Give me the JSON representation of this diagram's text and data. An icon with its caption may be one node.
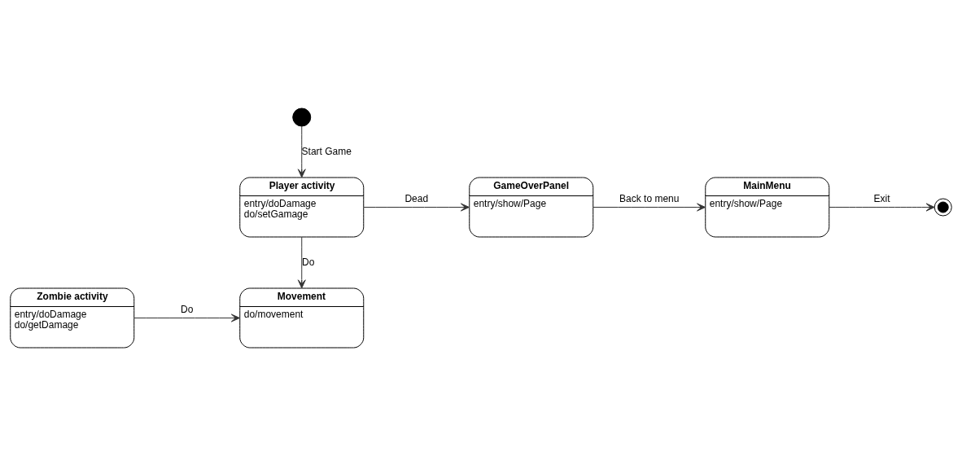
{
  "diagram": {
    "nodes": [
      {
        "text": [],
        "shape": "circle"
      },
      {
        "text": [
          "Player activity",
          "entry/doDamage",
          "do/setGamage"
        ]
      },
      {
        "text": [
          "GameOverPanel",
          "entry/show/Page"
        ]
      },
      {
        "text": [
          "MainMenu",
          "entry/show/Page"
        ]
      },
      {
        "text": [],
        "shape": "circle"
      },
      {
        "text": [
          "Movement",
          "do/movement"
        ]
      },
      {
        "text": [
          "Zombie activity",
          "entry/doDamage",
          "do/getDamage"
        ]
      }
    ],
    "edges": [
      {
        "from": 0,
        "to": 1,
        "arrow": "to",
        "label": "Start Game"
      },
      {
        "from": 1,
        "to": 2,
        "arrow": "to",
        "label": "Dead"
      },
      {
        "from": 2,
        "to": 3,
        "arrow": "to",
        "label": "Back to menu"
      },
      {
        "from": 3,
        "to": 4,
        "arrow": "to",
        "label": "Exit"
      },
      {
        "from": 1,
        "to": 5,
        "arrow": "to",
        "label": "Do"
      },
      {
        "from": 6,
        "to": 5,
        "arrow": "to",
        "label": "Do"
      }
    ]
  }
}
